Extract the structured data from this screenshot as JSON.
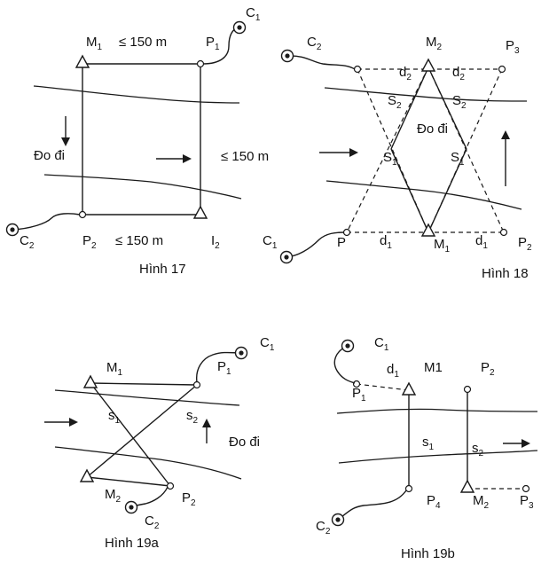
{
  "colors": {
    "ink": "#1a1a1a",
    "background": "#ffffff"
  },
  "fig17": {
    "caption": "Hình 17",
    "M1": "M",
    "M1_sub": "1",
    "top_dist": "≤ 150 m",
    "P1": "P",
    "P1_sub": "1",
    "C1": "C",
    "C1_sub": "1",
    "flow_label": "Đo đi",
    "side_dist": "≤ 150 m",
    "C2": "C",
    "C2_sub": "2",
    "P2": "P",
    "P2_sub": "2",
    "bottom_dist": "≤ 150 m",
    "I2": "I",
    "I2_sub": "2"
  },
  "fig18": {
    "caption": "Hình 18",
    "C2": "C",
    "C2_sub": "2",
    "M2": "M",
    "M2_sub": "2",
    "P3": "P",
    "P3_sub": "3",
    "d2a": "d",
    "d2a_sub": "2",
    "d2b": "d",
    "d2b_sub": "2",
    "S2a": "S",
    "S2a_sub": "2",
    "S2b": "S",
    "S2b_sub": "2",
    "flow_label": "Đo đi",
    "S1a": "S",
    "S1a_sub": "1",
    "S1b": "S",
    "S1b_sub": "1",
    "C1": "C",
    "C1_sub": "1",
    "P": "P",
    "d1a": "d",
    "d1a_sub": "1",
    "M1": "M",
    "M1_sub": "1",
    "d1b": "d",
    "d1b_sub": "1",
    "P2": "P",
    "P2_sub": "2"
  },
  "fig19a": {
    "caption": "Hình 19a",
    "C1": "C",
    "C1_sub": "1",
    "M1": "M",
    "M1_sub": "1",
    "P1": "P",
    "P1_sub": "1",
    "s1": "s",
    "s1_sub": "1",
    "s2": "s",
    "s2_sub": "2",
    "flow_label": "Đo đi",
    "M2": "M",
    "M2_sub": "2",
    "P2": "P",
    "P2_sub": "2",
    "C2": "C",
    "C2_sub": "2"
  },
  "fig19b": {
    "caption": "Hình 19b",
    "C1": "C",
    "C1_sub": "1",
    "d1": "d",
    "d1_sub": "1",
    "M1": "M1",
    "P2": "P",
    "P2_sub": "2",
    "P1": "P",
    "P1_sub": "1",
    "s1": "s",
    "s1_sub": "1",
    "s2": "s",
    "s2_sub": "2",
    "P4": "P",
    "P4_sub": "4",
    "M2": "M",
    "M2_sub": "2",
    "P3": "P",
    "P3_sub": "3",
    "C2": "C",
    "C2_sub": "2"
  }
}
